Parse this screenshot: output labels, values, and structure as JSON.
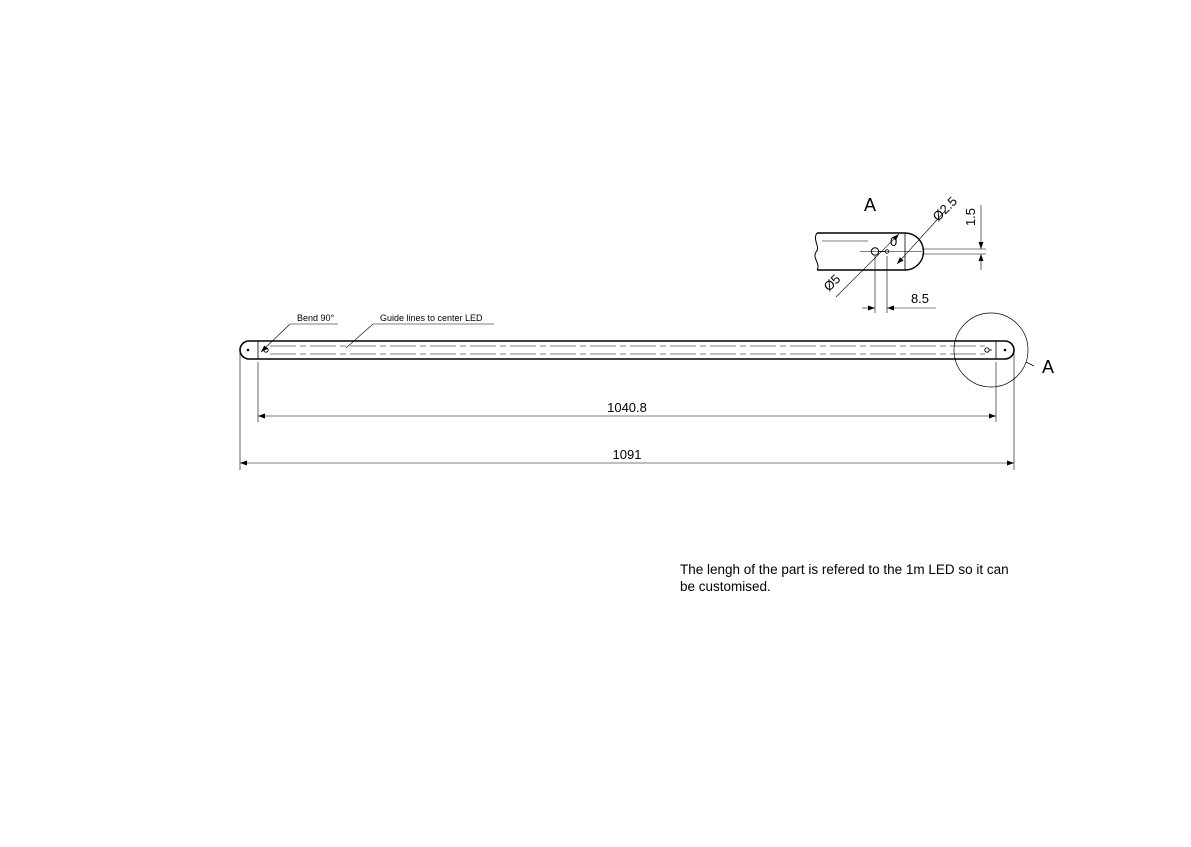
{
  "drawing": {
    "detail_label": "A",
    "detail_callout_label": "A",
    "leaders": {
      "bend": "Bend 90°",
      "guide": "Guide lines to center LED"
    },
    "dimensions": {
      "inner_length": "1040.8",
      "overall_length": "1091",
      "hole_dia_large": "Ø5",
      "hole_dia_small": "Ø2.5",
      "offset_zero": "0",
      "hole_spacing": "8.5",
      "edge_offset": "1.5"
    }
  },
  "note": {
    "line1": "The lengh of the part is refered to the 1m LED so it can",
    "line2": "be customised."
  }
}
